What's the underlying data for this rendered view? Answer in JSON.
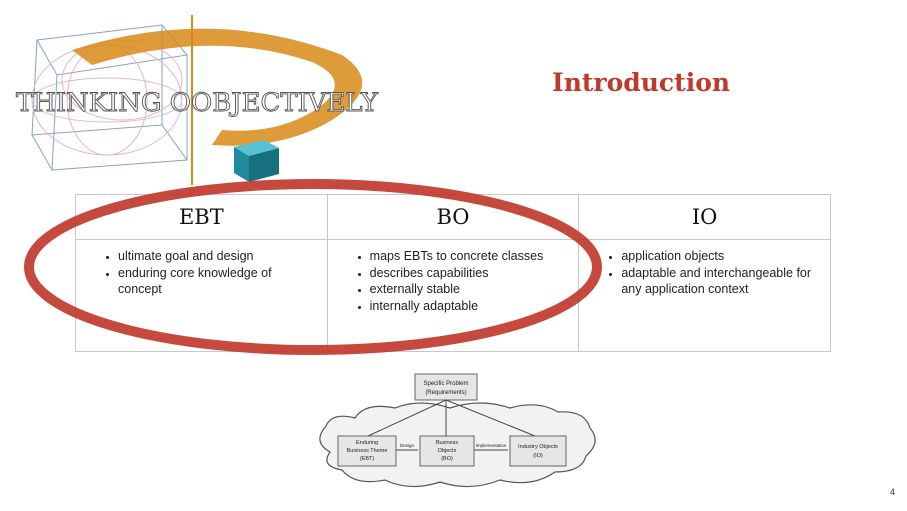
{
  "logo": {
    "text": "THINKING OOBJECTIVELY"
  },
  "slide": {
    "title": "Introduction",
    "page_number": "4"
  },
  "columns": [
    {
      "header": "EBT",
      "items": [
        "ultimate goal and design",
        "enduring core knowledge of concept"
      ]
    },
    {
      "header": "BO",
      "items": [
        "maps EBTs to concrete classes",
        "describes capabilities",
        "externally stable",
        "internally adaptable"
      ]
    },
    {
      "header": "IO",
      "items": [
        "application objects",
        "adaptable and interchangeable for any application context"
      ]
    }
  ],
  "diagram": {
    "top_box_line1": "Specific Problem",
    "top_box_line2": "(Requirements)",
    "ebt_line1": "Enduring",
    "ebt_line2": "Business Theme",
    "ebt_line3": "(EBT)",
    "bo_line1": "Business",
    "bo_line2": "Objects",
    "bo_line3": "(BO)",
    "io_line1": "Industry Objects",
    "io_line2": "(IO)",
    "arrow1_label": "Design",
    "arrow2_label": "Implementation"
  },
  "colors": {
    "title": "#c0392b",
    "oval": "#c0392b",
    "cube": "#1f8a9e",
    "swirl": "#d88a17"
  }
}
